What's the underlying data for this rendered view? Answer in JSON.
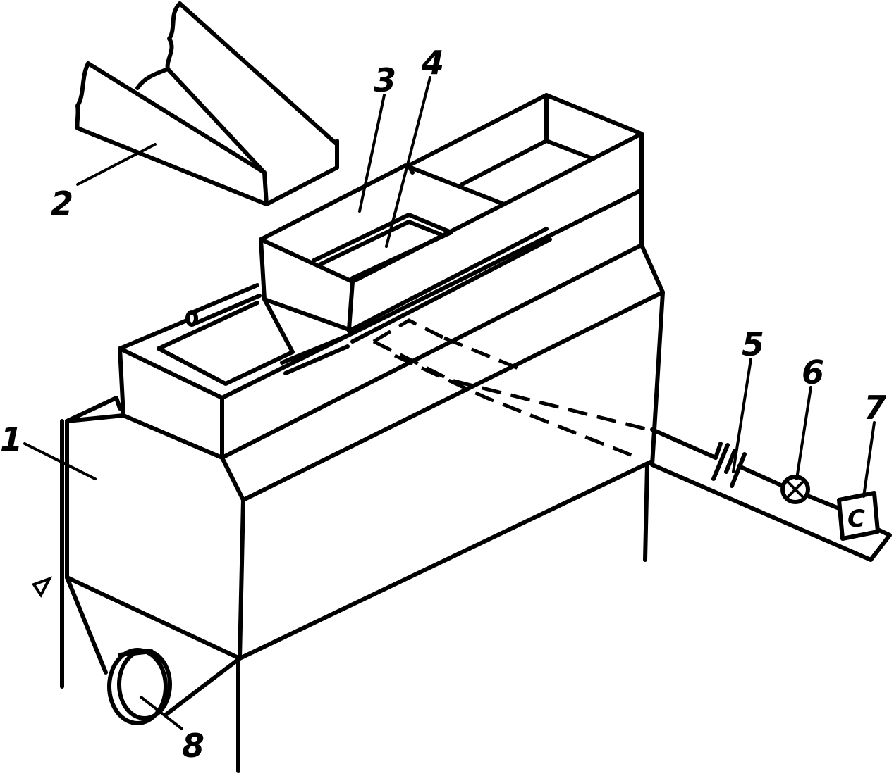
{
  "labels": {
    "l1": "1",
    "l2": "2",
    "l3": "3",
    "l4": "4",
    "l5": "5",
    "l6": "6",
    "l7": "7",
    "l8": "8"
  },
  "box7_letter": "C"
}
